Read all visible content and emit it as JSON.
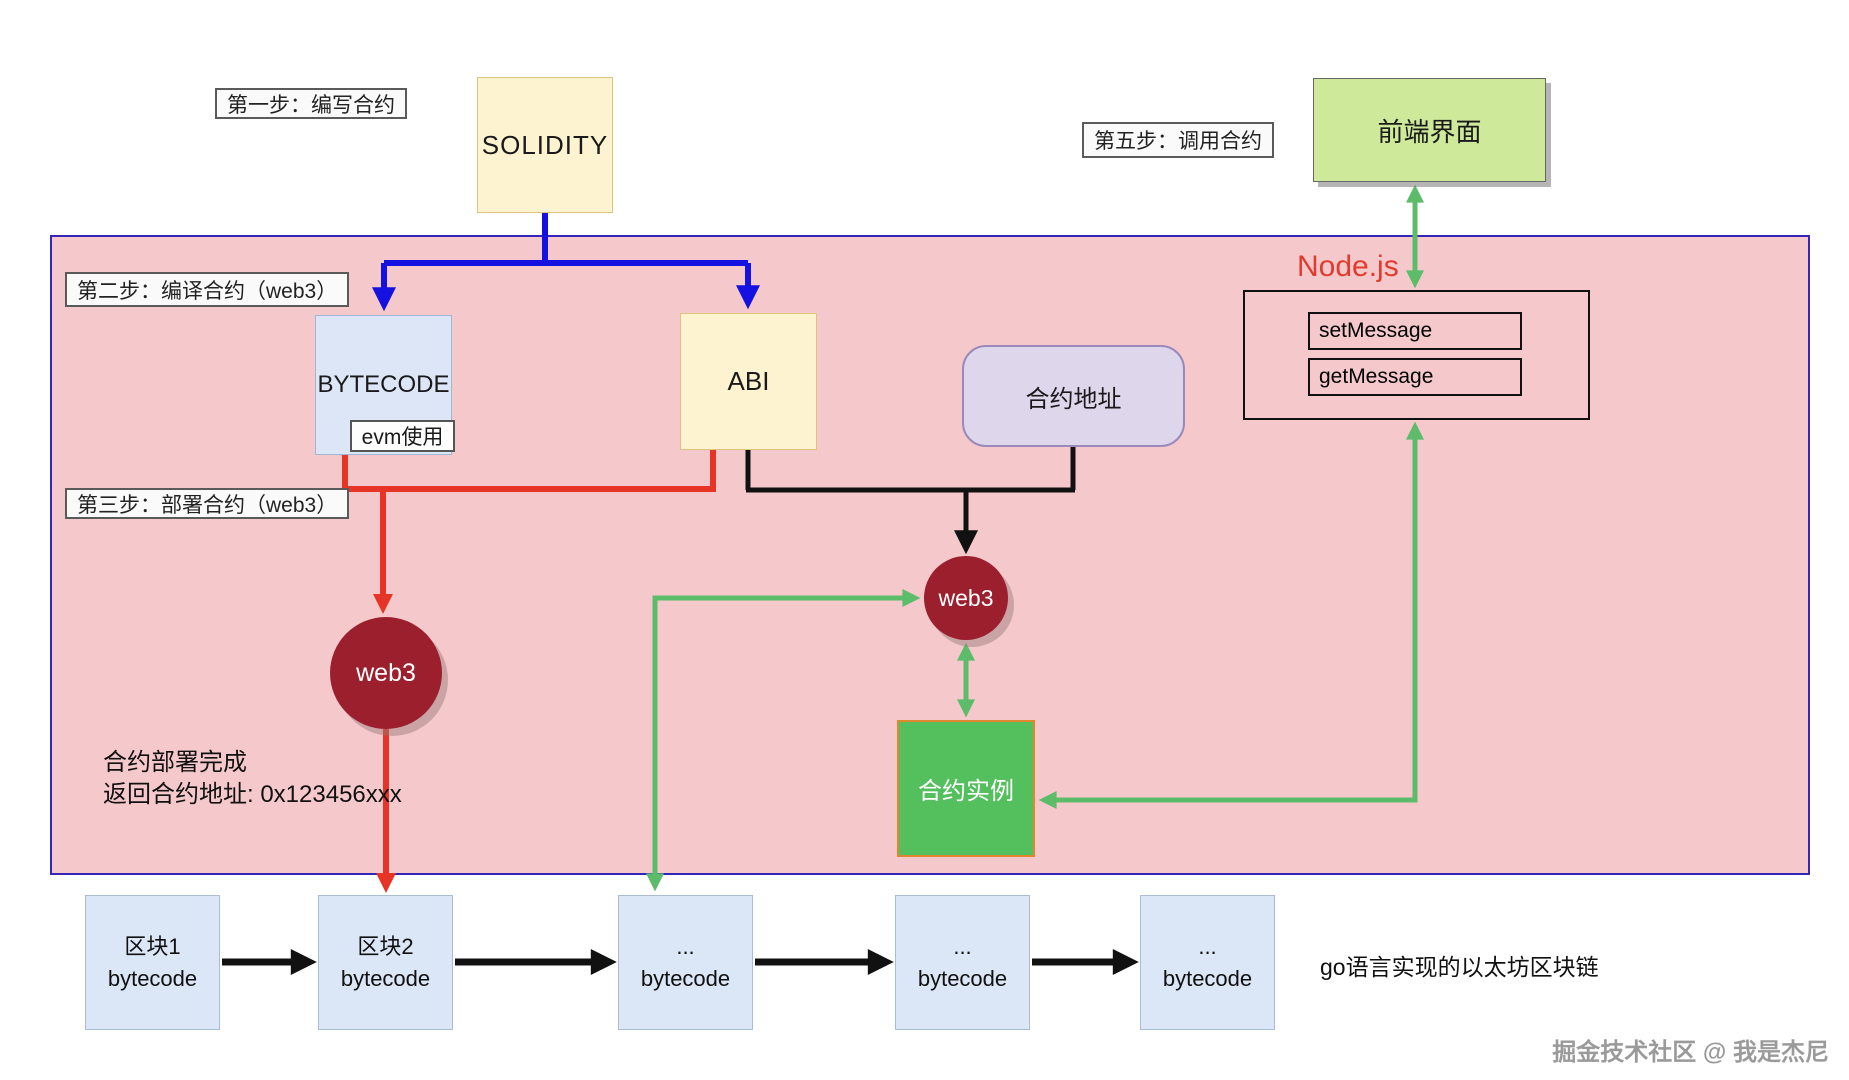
{
  "diagram": {
    "steps": {
      "step1": "第一步：编写合约",
      "step2": "第二步：编译合约（web3）",
      "step3": "第三步：部署合约（web3）",
      "step5": "第五步：调用合约"
    },
    "nodes": {
      "solidity": "SOLIDITY",
      "bytecode": "BYTECODE",
      "evm_usage": "evm使用",
      "abi": "ABI",
      "contract_address": "合约地址",
      "frontend": "前端界面",
      "nodejs": "Node.js",
      "set_message": "setMessage",
      "get_message": "getMessage",
      "web3_deploy": "web3",
      "web3_call": "web3",
      "contract_instance": "合约实例"
    },
    "notes": {
      "deploy_done_line1": "合约部署完成",
      "deploy_done_line2": "返回合约地址: 0x123456xxx",
      "chain_caption": "go语言实现的以太坊区块链",
      "watermark": "掘金技术社区 @ 我是杰尼"
    },
    "blockchain": [
      {
        "line1": "区块1",
        "line2": "bytecode"
      },
      {
        "line1": "区块2",
        "line2": "bytecode"
      },
      {
        "line1": "...",
        "line2": "bytecode"
      },
      {
        "line1": "...",
        "line2": "bytecode"
      },
      {
        "line1": "...",
        "line2": "bytecode"
      }
    ],
    "colors": {
      "region_fill": "#f5c9cb",
      "region_border": "#3626b8",
      "compile_arrow_blue": "#1511e0",
      "deploy_arrow_red": "#e63526",
      "call_arrow_green": "#5dbc6a",
      "link_arrow_black": "#111111",
      "web3_node": "#9c1f2d",
      "contract_instance_fill": "#53bf5d",
      "contract_instance_border": "#e0862e",
      "frontend_fill": "#cfe99b",
      "solidity_fill": "#fdf3d1",
      "bytecode_fill": "#dce6f7",
      "contract_address_fill": "#ded7ec",
      "nodejs_label": "#e23b2e"
    }
  }
}
